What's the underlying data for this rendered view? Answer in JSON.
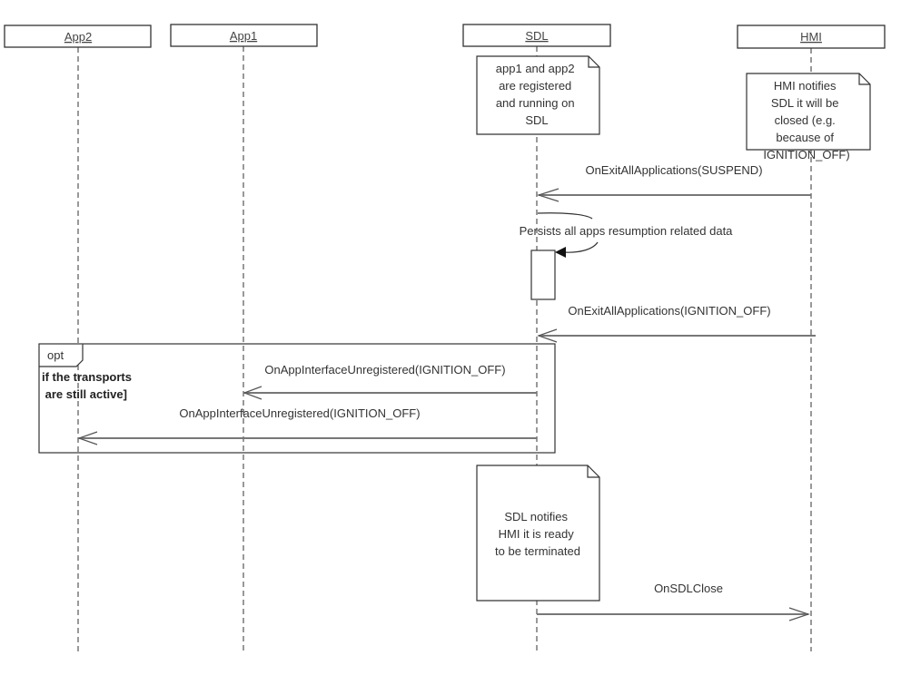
{
  "diagram": {
    "type": "sequence",
    "participants": [
      {
        "id": "app2",
        "label": "App2"
      },
      {
        "id": "app1",
        "label": "App1"
      },
      {
        "id": "sdl",
        "label": "SDL"
      },
      {
        "id": "hmi",
        "label": "HMI"
      }
    ],
    "notes": [
      {
        "id": "note-sdl-registered",
        "owner": "sdl",
        "lines": [
          "app1 and app2",
          "are registered",
          "and running on",
          "SDL"
        ]
      },
      {
        "id": "note-hmi-notifies",
        "owner": "hmi",
        "lines": [
          "HMI notifies",
          "SDL it will be",
          "closed (e.g.",
          "because of",
          "IGNITION_OFF)"
        ]
      },
      {
        "id": "note-sdl-ready",
        "owner": "sdl",
        "lines": [
          "SDL notifies",
          "HMI it is ready",
          "to be terminated"
        ]
      }
    ],
    "messages": [
      {
        "id": "msg-exit-suspend",
        "from": "hmi",
        "to": "sdl",
        "label": "OnExitAllApplications(SUSPEND)",
        "style": "open-arrow"
      },
      {
        "id": "msg-self-persist",
        "from": "sdl",
        "to": "sdl",
        "label": "Persists all apps resumption related data",
        "style": "filled-arrow"
      },
      {
        "id": "msg-exit-ignition",
        "from": "hmi",
        "to": "sdl",
        "label": "OnExitAllApplications(IGNITION_OFF)",
        "style": "open-arrow"
      },
      {
        "id": "msg-unreg-app1",
        "from": "sdl",
        "to": "app1",
        "label": "OnAppInterfaceUnregistered(IGNITION_OFF)",
        "style": "open-arrow"
      },
      {
        "id": "msg-unreg-app2",
        "from": "sdl",
        "to": "app2",
        "label": "OnAppInterfaceUnregistered(IGNITION_OFF)",
        "style": "open-arrow"
      },
      {
        "id": "msg-sdl-close",
        "from": "sdl",
        "to": "hmi",
        "label": "OnSDLClose",
        "style": "open-arrow"
      }
    ],
    "fragment": {
      "operator": "opt",
      "guard_lines": [
        "if the transports",
        " are still active]"
      ]
    },
    "colors": {
      "line": "#333333",
      "arrow": "#777777",
      "text": "#333333",
      "background": "#ffffff"
    }
  }
}
